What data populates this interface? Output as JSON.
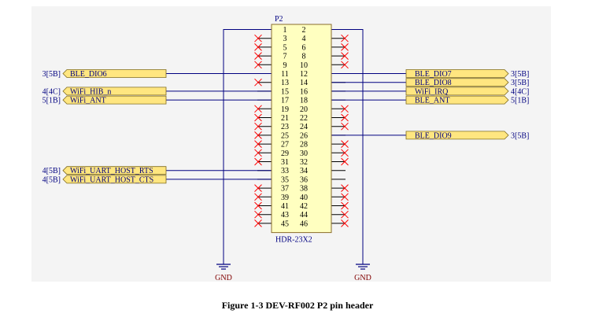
{
  "colors": {
    "panel_bg": "#f4f4f4",
    "header_fill": "#ffffc0",
    "header_stroke": "#8a6d2b",
    "wire": "#000080",
    "no_connect": "#ff0000",
    "port_fill": "#ffe680",
    "port_stroke": "#7f6b1e",
    "label_text": "#000080",
    "ground": "#000080",
    "ground_label": "#800000"
  },
  "header": {
    "designator": "P2",
    "footprint": "HDR-23X2",
    "pins_left": [
      "1",
      "3",
      "5",
      "7",
      "9",
      "11",
      "13",
      "15",
      "17",
      "19",
      "21",
      "23",
      "25",
      "27",
      "29",
      "31",
      "33",
      "35",
      "37",
      "39",
      "41",
      "43",
      "45"
    ],
    "pins_right": [
      "2",
      "4",
      "6",
      "8",
      "10",
      "12",
      "14",
      "16",
      "18",
      "20",
      "22",
      "24",
      "26",
      "28",
      "30",
      "32",
      "34",
      "36",
      "38",
      "40",
      "42",
      "44",
      "46"
    ],
    "no_connect_left": [
      "3",
      "5",
      "7",
      "9",
      "13",
      "19",
      "21",
      "23",
      "25",
      "27",
      "29",
      "31",
      "37",
      "39",
      "41",
      "43",
      "45"
    ],
    "no_connect_right": [
      "4",
      "6",
      "8",
      "10",
      "20",
      "22",
      "24",
      "28",
      "30",
      "32",
      "38",
      "40",
      "42",
      "44",
      "46"
    ]
  },
  "ports_left": [
    {
      "pin": "11",
      "name": "BLE_DIO6",
      "ref": "3[5B]"
    },
    {
      "pin": "15",
      "name": "WiFi_HIB_n",
      "ref": "4[4C]"
    },
    {
      "pin": "17",
      "name": "WiFi_ANT",
      "ref": "5[1B]"
    },
    {
      "pin": "33",
      "name": "WiFi_UART_HOST_RTS",
      "ref": "4[5B]"
    },
    {
      "pin": "35",
      "name": "WiFi_UART_HOST_CTS",
      "ref": "4[5B]"
    }
  ],
  "ports_right": [
    {
      "pin": "12",
      "name": "BLE_DIO7",
      "ref": "3[5B]"
    },
    {
      "pin": "14",
      "name": "BLE_DIO8",
      "ref": "3[5B]"
    },
    {
      "pin": "16",
      "name": "WiFi_IRQ",
      "ref": "4[4C]"
    },
    {
      "pin": "18",
      "name": "BLE_ANT",
      "ref": "5[1B]"
    },
    {
      "pin": "26",
      "name": "BLE_DIO9",
      "ref": "3[5B]"
    }
  ],
  "grounds": [
    {
      "side": "left",
      "pin": "1",
      "label": "GND"
    },
    {
      "side": "right",
      "pin": "2",
      "label": "GND"
    }
  ],
  "caption": "Figure 1-3  DEV-RF002 P2 pin header"
}
